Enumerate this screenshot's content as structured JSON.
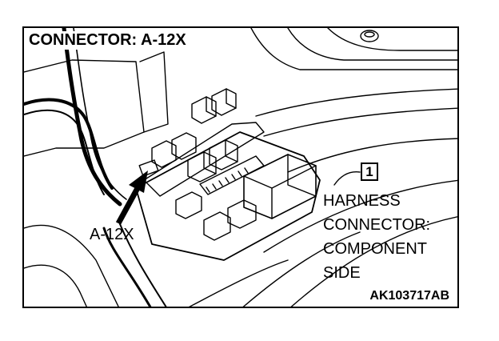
{
  "figure": {
    "title": "CONNECTOR: A-12X",
    "callout": "A-12X",
    "ref_number": "1",
    "harness_lines": [
      "HARNESS",
      "CONNECTOR:",
      "COMPONENT",
      "SIDE"
    ],
    "figure_id": "AK103717AB"
  },
  "colors": {
    "ink": "#000000",
    "paper": "#ffffff"
  }
}
